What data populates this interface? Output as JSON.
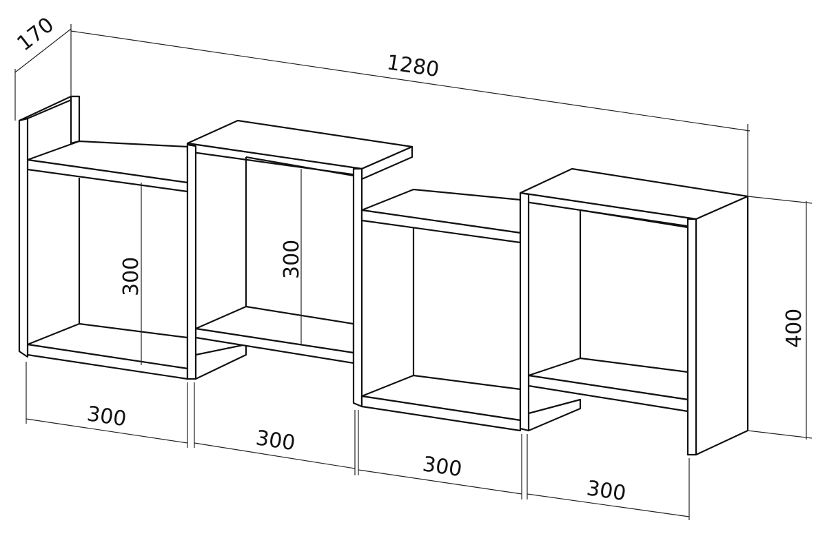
{
  "dimensions": {
    "depth": "170",
    "total_width": "1280",
    "total_height": "400",
    "inner_height_1": "300",
    "inner_height_2": "300",
    "section_widths": [
      "300",
      "300",
      "300",
      "300"
    ]
  },
  "colors": {
    "line": "#111111",
    "background": "#ffffff"
  }
}
